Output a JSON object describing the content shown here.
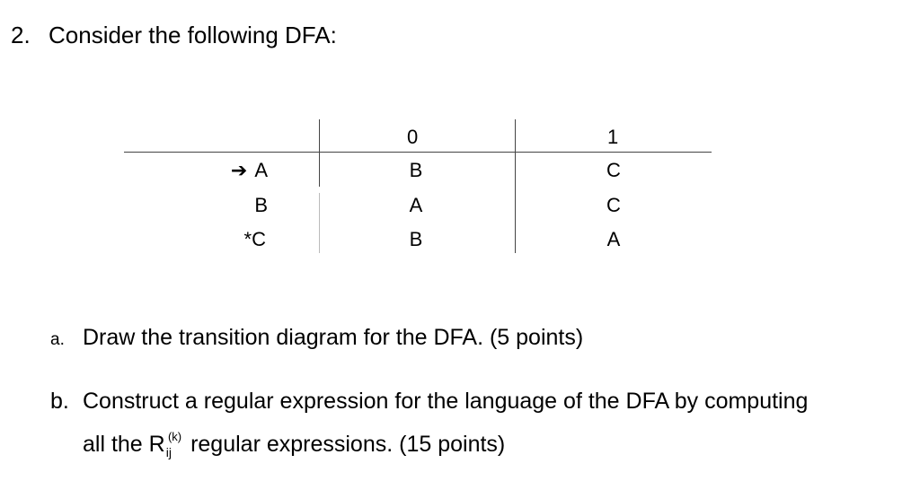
{
  "question": {
    "number": "2.",
    "text": "Consider the following DFA:"
  },
  "dfa_table": {
    "header": {
      "input_0": "0",
      "input_1": "1"
    },
    "start_arrow": "➔",
    "rows": [
      {
        "state": "A",
        "on_0": "B",
        "on_1": "C"
      },
      {
        "state": "B",
        "on_0": "A",
        "on_1": "C"
      },
      {
        "state": "*C",
        "on_0": "B",
        "on_1": "A"
      }
    ]
  },
  "part_a": {
    "letter": "a.",
    "text": "Draw the transition diagram for the DFA. (5 points)"
  },
  "part_b": {
    "letter": "b.",
    "line1": "Construct a regular expression for the language of the DFA by computing",
    "line2_start": "all the R",
    "subscript": "ij",
    "superscript": "(k)",
    "line2_end": " regular expressions. (15 points)"
  }
}
